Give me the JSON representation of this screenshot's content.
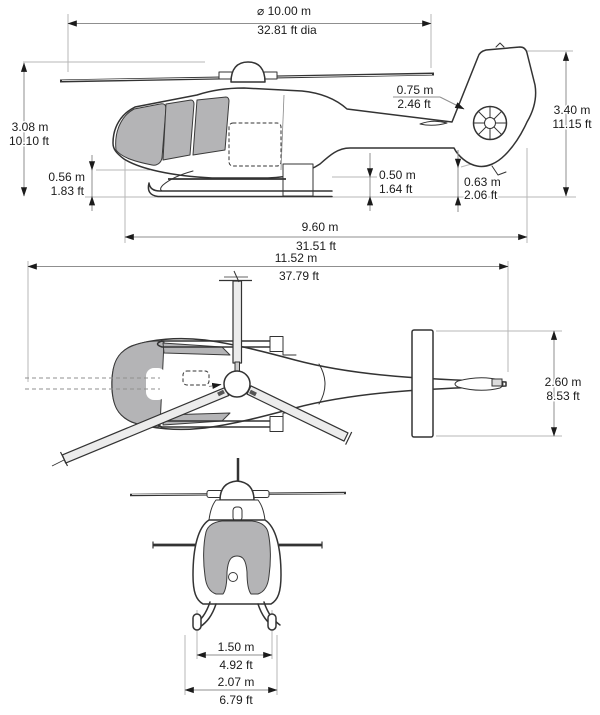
{
  "dims": {
    "rotor_diameter": {
      "m": "⌀ 10.00 m",
      "ft": "32.81 ft dia"
    },
    "height_to_rotor_head": {
      "m": "3.08 m",
      "ft": "10.10 ft"
    },
    "overall_height": {
      "m": "3.40 m",
      "ft": "11.15 ft"
    },
    "fenestron_diameter": {
      "m": "0.75 m",
      "ft": "2.46 ft"
    },
    "front_ground_clearance": {
      "m": "0.56 m",
      "ft": "1.83 ft"
    },
    "mid_ground_clearance": {
      "m": "0.50 m",
      "ft": "1.64 ft"
    },
    "rear_ground_clearance": {
      "m": "0.63 m",
      "ft": "2.06 ft"
    },
    "fuselage_length": {
      "m": "9.60 m",
      "ft": "31.51 ft"
    },
    "overall_length": {
      "m": "11.52 m",
      "ft": "37.79 ft"
    },
    "stabilizer_span": {
      "m": "2.60 m",
      "ft": "8.53 ft"
    },
    "skid_track": {
      "m": "1.50 m",
      "ft": "4.92 ft"
    },
    "overall_width": {
      "m": "2.07 m",
      "ft": "6.79 ft"
    }
  },
  "colors": {
    "line": "#333333",
    "dimension_line": "#8f8f8f",
    "extension_line": "#b7b7b7",
    "glass": "#b4b4b6",
    "rotor_blade_fill": "#ececec",
    "text": "#1b1b1b",
    "background": "#ffffff"
  }
}
